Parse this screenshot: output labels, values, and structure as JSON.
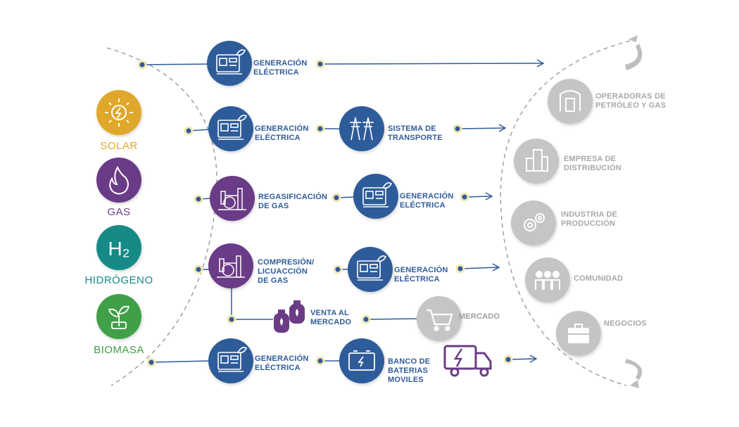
{
  "sources": [
    {
      "label": "SOLAR",
      "icon": "sun-icon",
      "color": "#e0a82b"
    },
    {
      "label": "GAS",
      "icon": "flame-icon",
      "color": "#6b3b86"
    },
    {
      "label": "HIDRÓGENO",
      "icon": "h2-icon",
      "icon_text": "H₂",
      "color": "#138a86"
    },
    {
      "label": "BIOMASA",
      "icon": "sprout-icon",
      "color": "#3fa046"
    }
  ],
  "processes": {
    "gen1": "GENERACIÓN\nELÉCTRICA",
    "gen2": "GENERACIÓN\nELÉCTRICA",
    "transport": "SISTEMA DE\nTRANSPORTE",
    "regas": "REGASIFICACIÓN\nDE GAS",
    "gen3": "GENERACIÓN\nELÉCTRICA",
    "compress": "COMPRESIÓN/\nLICUACCIÓN\nDE GAS",
    "gen4": "GENERACIÓN\nELÉCTRICA",
    "venta": "VENTA AL\nMERCADO",
    "mercado": "MERCADO",
    "gen5": "GENERACIÓN\nELÉCTRICA",
    "battery": "BANCO DE\nBATERIAS\nMOVILES"
  },
  "consumers": [
    {
      "label": "OPERADORAS DE\nPETRÓLEO Y GAS",
      "icon": "oil-rig-icon"
    },
    {
      "label": "EMPRESA DE\nDISTRIBUCIÓN",
      "icon": "buildings-icon"
    },
    {
      "label": "INDUSTRIA DE\nPRODUCCIÓN",
      "icon": "gears-icon"
    },
    {
      "label": "COMUNIDAD",
      "icon": "people-icon"
    },
    {
      "label": "NEGOCIOS",
      "icon": "briefcase-icon"
    }
  ],
  "colors": {
    "blue": "#2f5b9a",
    "purple": "#6b3b86",
    "gray": "#c5c5c5",
    "teal": "#138a86",
    "green": "#3fa046",
    "yellow": "#e0a82b"
  }
}
